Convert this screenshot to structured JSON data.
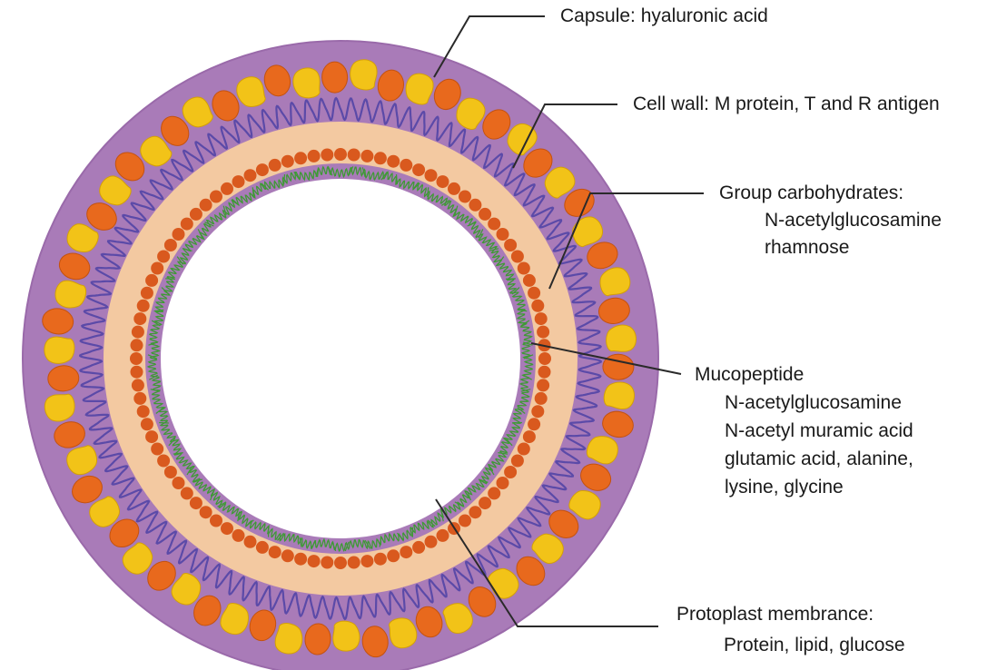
{
  "labels": {
    "capsule": "Capsule: hyaluronic acid",
    "cell_wall": "Cell wall: M protein, T and R antigen",
    "group_carbohydrates": {
      "title": "Group carbohydrates:",
      "lines": [
        "N-acetylglucosamine",
        "rhamnose"
      ]
    },
    "mucopeptide": {
      "title": "Mucopeptide",
      "lines": [
        "N-acetylglucosamine",
        "N-acetyl muramic acid",
        "glutamic acid, alanine,",
        "lysine, glycine"
      ]
    },
    "protoplast": {
      "title": "Protoplast membrance:",
      "lines": [
        "Protein, lipid, glucose"
      ]
    }
  },
  "colors": {
    "capsule": "#a97bb8",
    "capsule_edge": "#9a6aaa",
    "m_protein_orange": "#e8691d",
    "t_antigen_yellow": "#f2c318",
    "cell_wall_wave": "#5b4aa8",
    "peptidoglycan_band": "#f3c9a1",
    "membrane_dots": "#d9591e",
    "protoplast_fibers": "#3e9a35",
    "cytoplasm": "#ffffff",
    "leader_line": "#2a2a2a"
  }
}
